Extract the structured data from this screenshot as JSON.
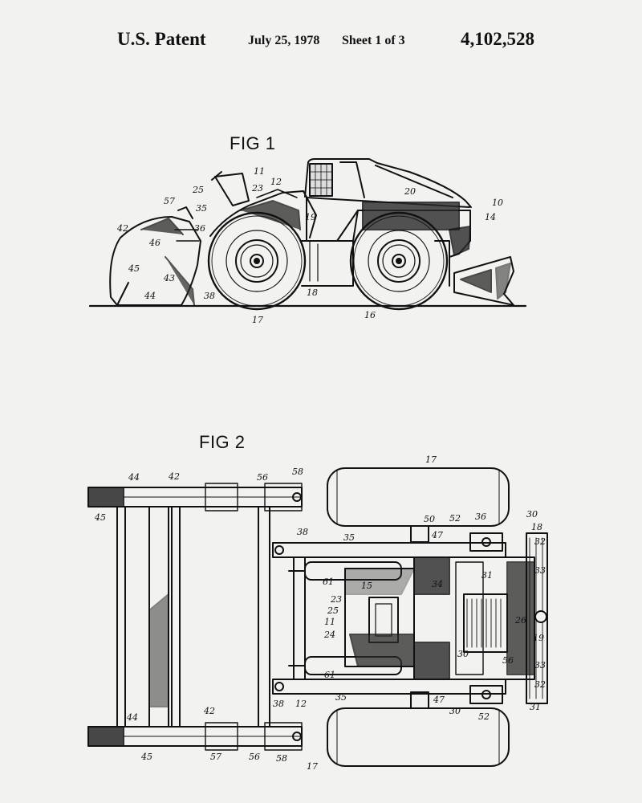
{
  "header": {
    "title": "U.S. Patent",
    "date": "July 25, 1978",
    "sheet": "Sheet 1 of 3",
    "patent_number": "4,102,528"
  },
  "figures": [
    {
      "label": "FIG 1",
      "reference_numerals": [
        "11",
        "12",
        "25",
        "23",
        "57",
        "35",
        "10",
        "20",
        "14",
        "42",
        "19",
        "36",
        "46",
        "45",
        "43",
        "38",
        "18",
        "44",
        "17",
        "16"
      ]
    },
    {
      "label": "FIG 2",
      "reference_numerals": [
        "17",
        "44",
        "42",
        "56",
        "58",
        "45",
        "38",
        "35",
        "50",
        "52",
        "36",
        "30",
        "18",
        "47",
        "32",
        "61",
        "31",
        "34",
        "15",
        "33",
        "23",
        "25",
        "11",
        "26",
        "24",
        "19",
        "30",
        "56",
        "33",
        "32",
        "61",
        "38",
        "12",
        "35",
        "47",
        "31",
        "30",
        "52",
        "44",
        "42",
        "45",
        "57",
        "56",
        "58",
        "17"
      ]
    }
  ],
  "colors": {
    "paper": "#f2f2f0",
    "ink": "#111111"
  }
}
